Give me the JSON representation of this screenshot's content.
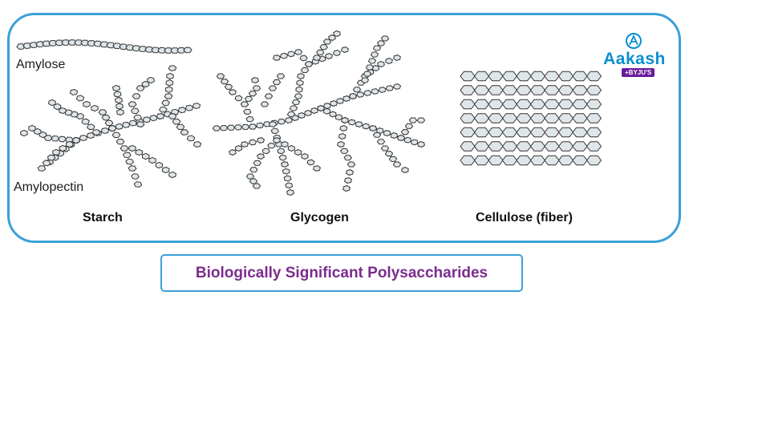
{
  "labels": {
    "amylose": "Amylose",
    "amylopectin": "Amylopectin",
    "starch": "Starch",
    "glycogen": "Glycogen",
    "cellulose": "Cellulose (fiber)"
  },
  "logo": {
    "word": "Aakash",
    "sub": "+BYJU'S",
    "icon": "aakash-emblem-icon"
  },
  "title": "Biologically Significant Polysaccharides",
  "colors": {
    "border": "#3aa0d8",
    "title": "#7b2c8e",
    "logo": "#0a8fd0",
    "unit_fill": "#dfe6ea",
    "unit_stroke": "#333333"
  }
}
